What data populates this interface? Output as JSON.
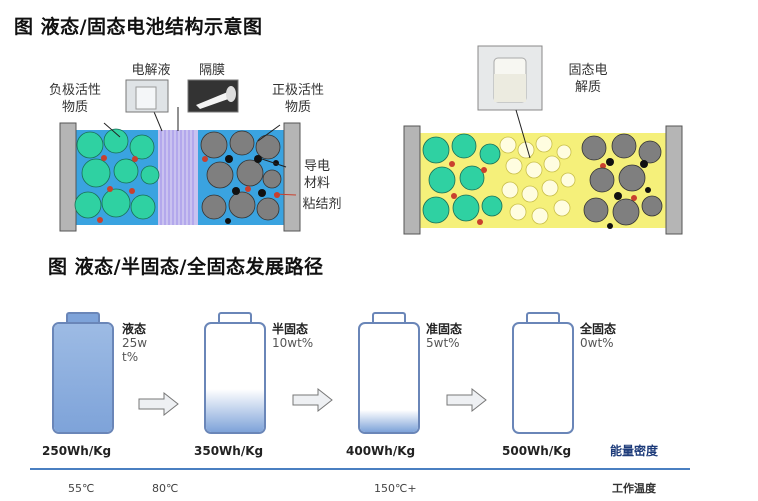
{
  "title1": "图 液态/固态电池结构示意图",
  "title2": "图 液态/半固态/全固态发展路径",
  "left_cell": {
    "negative_label": "负极活性物质",
    "electrolyte_label": "电解液",
    "separator_label": "隔膜",
    "positive_label": "正极活性物质",
    "conductor_label": "导电材料",
    "binder_label": "粘结剂"
  },
  "right_cell": {
    "solid_electrolyte_label": "固态电解质"
  },
  "stages": [
    {
      "name": "液态",
      "pct": "25wt%",
      "capacity": "250Wh/Kg",
      "fill": 1.0
    },
    {
      "name": "半固态",
      "pct": "10wt%",
      "capacity": "350Wh/Kg",
      "fill": 0.4
    },
    {
      "name": "准固态",
      "pct": "5wt%",
      "capacity": "400Wh/Kg",
      "fill": 0.2
    },
    {
      "name": "全固态",
      "pct": "0wt%",
      "capacity": "500Wh/Kg",
      "fill": 0.0
    }
  ],
  "energy_density_label": "能量密度",
  "temps": [
    "55℃",
    "80℃",
    "150℃+"
  ],
  "work_temp_label": "工作温度",
  "colors": {
    "electrolyte_blue": "#3aa3e0",
    "active_green": "#2fd1a2",
    "gray_particle": "#7f7f7f",
    "solid_yellow": "#f5f07a",
    "battery_blue": "#7ea3d9",
    "axis_blue": "#4a7fc1"
  }
}
